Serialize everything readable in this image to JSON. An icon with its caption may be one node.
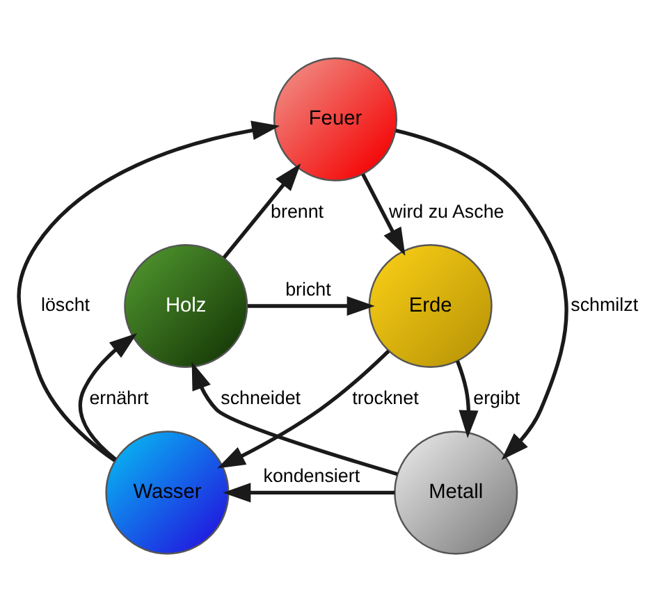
{
  "diagram": {
    "nodes": [
      {
        "text": [
          "Feuer"
        ]
      },
      {
        "text": [
          "Holz"
        ]
      },
      {
        "text": [
          "Erde"
        ]
      },
      {
        "text": [
          "Wasser"
        ]
      },
      {
        "text": [
          "Metall"
        ]
      }
    ],
    "edges": [
      {
        "from": 1,
        "to": 0,
        "arrow": "to",
        "label": "brennt"
      },
      {
        "from": 0,
        "to": 2,
        "arrow": "to",
        "label": "wird zu Asche"
      },
      {
        "from": 1,
        "to": 2,
        "arrow": "to",
        "label": "bricht"
      },
      {
        "from": 3,
        "to": 0,
        "arrow": "to",
        "label": "löscht"
      },
      {
        "from": 0,
        "to": 4,
        "arrow": "to",
        "label": "schmilzt"
      },
      {
        "from": 4,
        "to": 1,
        "arrow": "to",
        "label": "schneidet"
      },
      {
        "from": 2,
        "to": 3,
        "arrow": "to",
        "label": "trocknet"
      },
      {
        "from": 3,
        "to": 1,
        "arrow": "to",
        "label": "ernährt"
      },
      {
        "from": 2,
        "to": 4,
        "arrow": "to",
        "label": "ergibt"
      },
      {
        "from": 4,
        "to": 3,
        "arrow": "to",
        "label": "kondensiert"
      }
    ]
  }
}
